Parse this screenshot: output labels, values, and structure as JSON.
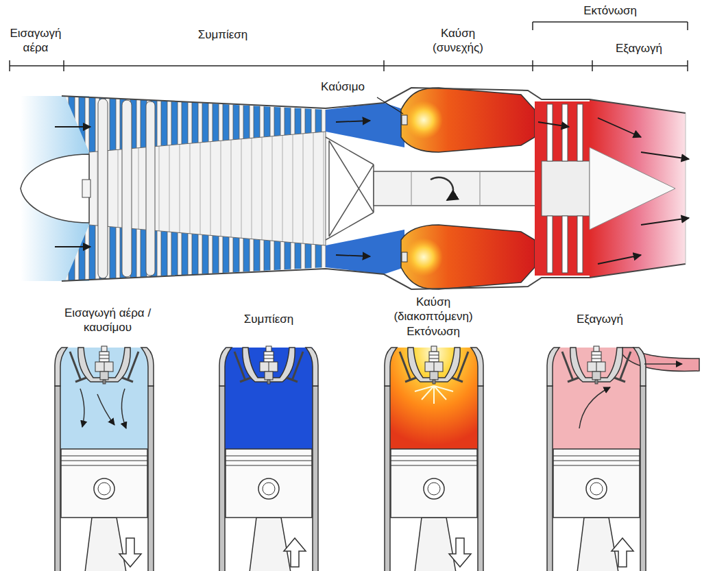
{
  "diagram": {
    "labels": [
      "Εισαγωγή αέρα",
      "Συμπίεση",
      "Καύση (συνεχής)",
      "Εκτόνωση",
      "Εξαγωγή",
      "Καύσιμο",
      "Εισαγωγή αέρα / καυσίμου",
      "Συμπίεση",
      "Καύση (διακοπτόμενη) Εκτόνωση",
      "Εξαγωγή"
    ]
  }
}
